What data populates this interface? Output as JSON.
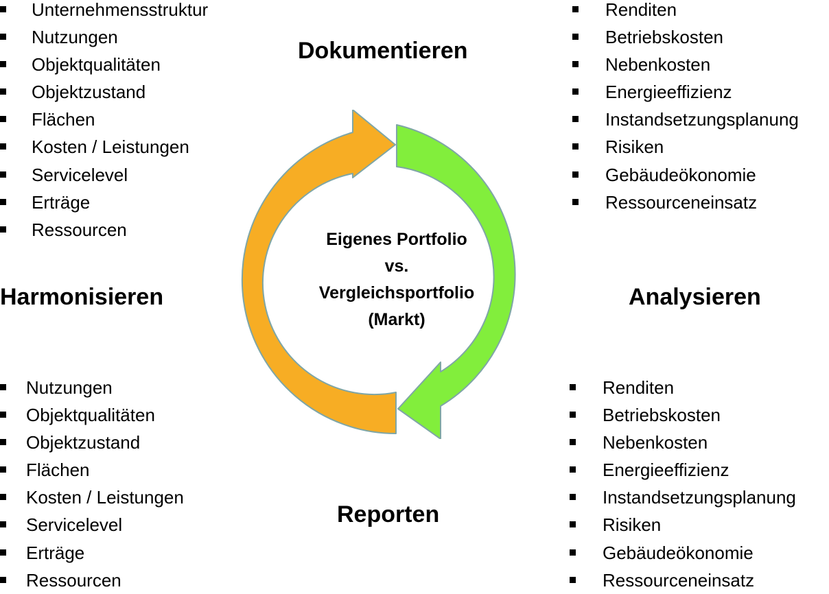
{
  "stages": {
    "top": "Dokumentieren",
    "left": "Harmonisieren",
    "right": "Analysieren",
    "bottom": "Reporten"
  },
  "center": {
    "line1": "Eigenes Portfolio",
    "line2": "vs.",
    "line3": "Vergleichsportfolio",
    "line4": "(Markt)"
  },
  "lists": {
    "top_left": [
      "Unternehmensstruktur",
      "Nutzungen",
      "Objektqualitäten",
      "Objektzustand",
      "Flächen",
      "Kosten / Leistungen",
      "Servicelevel",
      "Erträge",
      "Ressourcen"
    ],
    "top_right": [
      "Renditen",
      "Betriebskosten",
      "Nebenkosten",
      "Energieeffizienz",
      "Instandsetzungsplanung",
      "Risiken",
      "Gebäudeökonomie",
      "Ressourceneinsatz"
    ],
    "bottom_left": [
      "Nutzungen",
      "Objektqualitäten",
      "Objektzustand",
      "Flächen",
      "Kosten / Leistungen",
      "Servicelevel",
      "Erträge",
      "Ressourcen"
    ],
    "bottom_right": [
      "Renditen",
      "Betriebskosten",
      "Nebenkosten",
      "Energieeffizienz",
      "Instandsetzungsplanung",
      "Risiken",
      "Gebäudeökonomie",
      "Ressourceneinsatz"
    ]
  },
  "colors": {
    "orange_arrow": "#F7AD24",
    "green_arrow": "#82EE3C",
    "arrow_outline": "#7FA6A6"
  }
}
